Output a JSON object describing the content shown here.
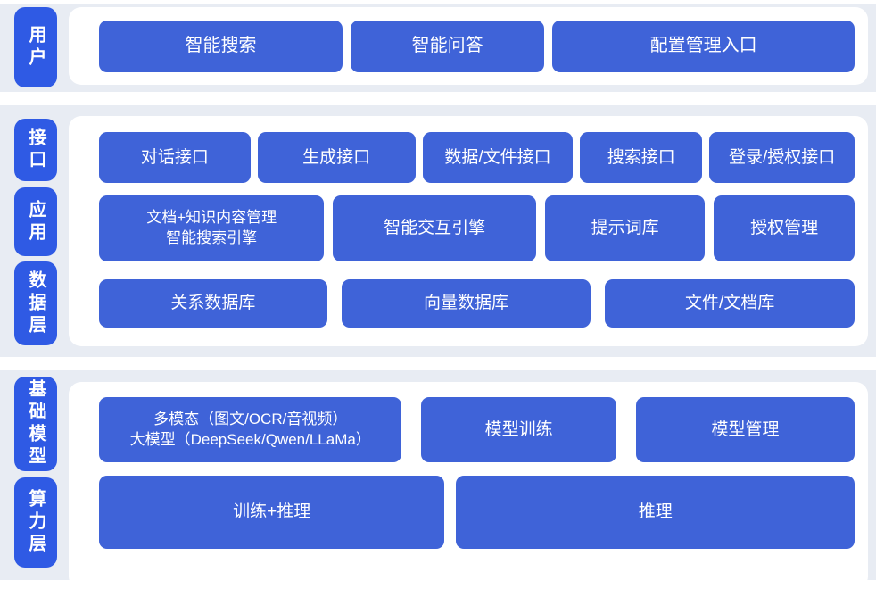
{
  "palette": {
    "band_background": "#e8ecf3",
    "panel_background": "#ffffff",
    "tab_blue": "#2f5ae4",
    "box_blue": "#3f63d8",
    "text_white": "#ffffff"
  },
  "sections": [
    {
      "name": "user-layer",
      "tabs": [
        {
          "label": "用户"
        }
      ],
      "rows": [
        {
          "boxes": [
            {
              "label": "智能搜索"
            },
            {
              "label": "智能问答"
            },
            {
              "label": "配置管理入口"
            }
          ]
        }
      ]
    },
    {
      "name": "interface-application-data-layer",
      "tabs": [
        {
          "label": "接口"
        },
        {
          "label": "应用"
        },
        {
          "label": "数据层"
        }
      ],
      "rows": [
        {
          "boxes": [
            {
              "label": "对话接口"
            },
            {
              "label": "生成接口"
            },
            {
              "label": "数据/文件接口"
            },
            {
              "label": "搜索接口"
            },
            {
              "label": "登录/授权接口"
            }
          ]
        },
        {
          "boxes": [
            {
              "label": "文档+知识内容管理\n智能搜索引擎"
            },
            {
              "label": "智能交互引擎"
            },
            {
              "label": "提示词库"
            },
            {
              "label": "授权管理"
            }
          ]
        },
        {
          "boxes": [
            {
              "label": "关系数据库"
            },
            {
              "label": "向量数据库"
            },
            {
              "label": "文件/文档库"
            }
          ]
        }
      ]
    },
    {
      "name": "foundation-model-compute-layer",
      "tabs": [
        {
          "label": "基础模型"
        },
        {
          "label": "算力层"
        }
      ],
      "rows": [
        {
          "boxes": [
            {
              "label": "多模态（图文/OCR/音视频）\n大模型（DeepSeek/Qwen/LLaMa）"
            },
            {
              "label": "模型训练"
            },
            {
              "label": "模型管理"
            }
          ]
        },
        {
          "boxes": [
            {
              "label": "训练+推理"
            },
            {
              "label": "推理"
            }
          ]
        }
      ]
    }
  ]
}
